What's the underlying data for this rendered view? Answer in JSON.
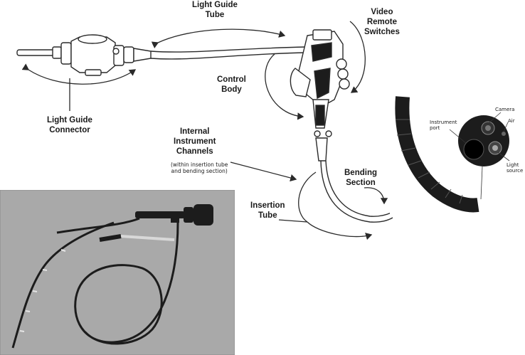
{
  "labels": {
    "light_guide_tube": [
      "Light Guide",
      "Tube"
    ],
    "video_remote_switches": [
      "Video",
      "Remote",
      "Switches"
    ],
    "control_body": [
      "Control",
      "Body"
    ],
    "light_guide_connector": [
      "Light Guide",
      "Connector"
    ],
    "internal_instrument_channels": [
      "Internal",
      "Instrument",
      "Channels"
    ],
    "channels_note": [
      "(within insertion tube",
      "and bending section)"
    ],
    "bending_section": [
      "Bending",
      "Section"
    ],
    "insertion_tube": [
      "Insertion",
      "Tube"
    ]
  },
  "tip_inset": {
    "camera": "Camera",
    "air": "Air",
    "instrument_port": [
      "Instrument",
      "port"
    ],
    "light_source": [
      "Light",
      "source"
    ]
  },
  "colors": {
    "line": "#2a2a2a",
    "photo_bg": "#a9a9a9",
    "tube_dark": "#1c1c1c"
  }
}
